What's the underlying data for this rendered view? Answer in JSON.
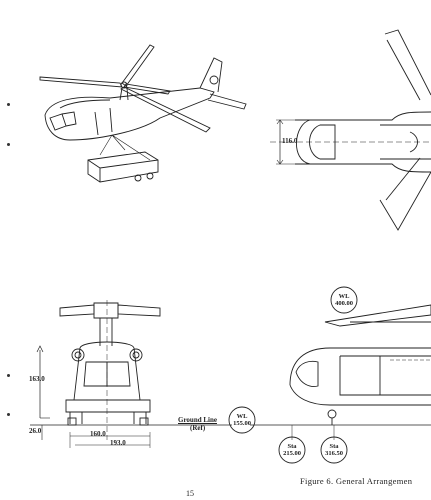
{
  "dims": {
    "width_top": "116.0",
    "height": "163.0",
    "base": "26.0",
    "d160": "160.0",
    "d193": "193.0"
  },
  "ground_line": {
    "line1": "Ground Line",
    "line2": "(Ref)"
  },
  "bubbles": {
    "wl400": {
      "l1": "WL",
      "l2": "400.00"
    },
    "wl155": {
      "l1": "WL",
      "l2": "155.00"
    },
    "sta215": {
      "l1": "Sta",
      "l2": "215.00"
    },
    "sta316": {
      "l1": "Sta",
      "l2": "316.50"
    }
  },
  "caption": "Figure 6.  General Arrangemen",
  "page_number": "15"
}
